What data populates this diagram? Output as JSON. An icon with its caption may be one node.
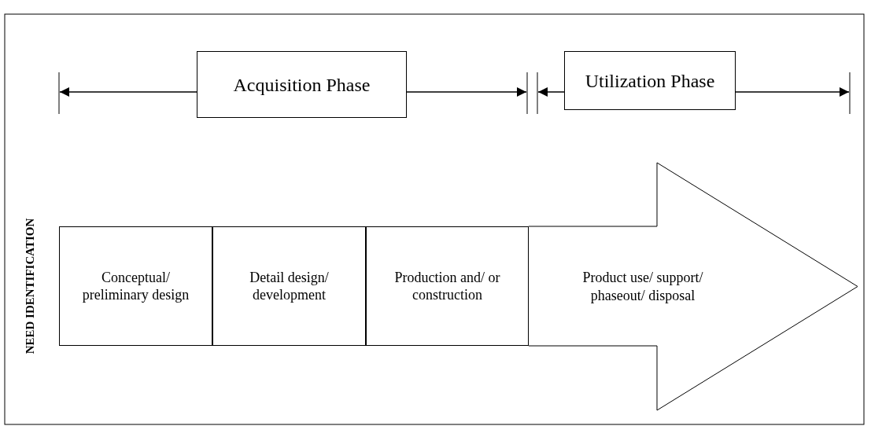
{
  "diagram": {
    "nodes": [
      {
        "text": [
          "Acquisition Phase"
        ]
      },
      {
        "text": [
          "Utilization Phase"
        ]
      },
      {
        "text": [
          "Conceptual/ preliminary design"
        ]
      },
      {
        "text": [
          "Detail design/ development"
        ]
      },
      {
        "text": [
          "Production and/ or construction"
        ]
      },
      {
        "text": [
          "Product use/ support/ phaseout/ disposal"
        ]
      }
    ],
    "labels": [
      "NEED IDENTIFICATION"
    ]
  }
}
